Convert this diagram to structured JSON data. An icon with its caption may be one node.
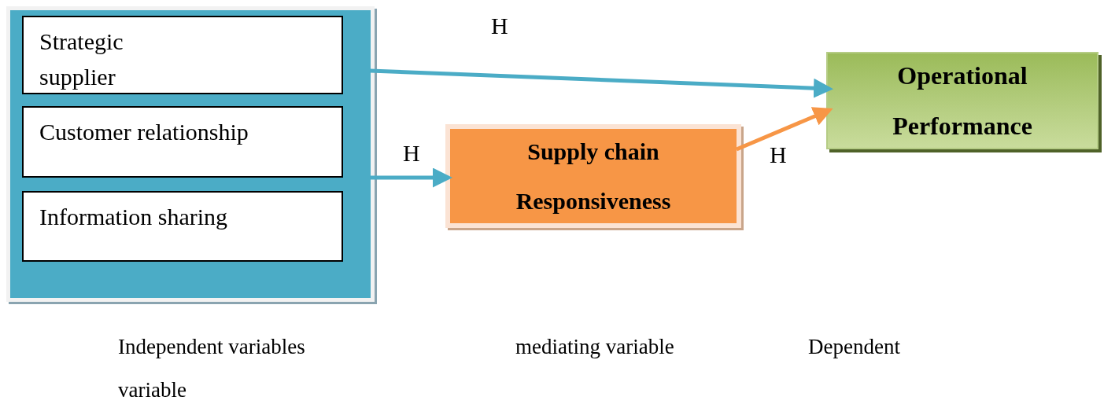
{
  "diagram": {
    "nodes": [
      {
        "text": [],
        "shape": "box"
      },
      {
        "text": [
          "Strategic supplier"
        ],
        "in": 0
      },
      {
        "text": [
          "Customer relationship"
        ],
        "in": 0
      },
      {
        "text": [
          "Information sharing"
        ],
        "in": 0
      },
      {
        "text": [
          "Supply chain Responsiveness"
        ]
      },
      {
        "text": [
          "Operational Performance"
        ]
      }
    ],
    "edges": [
      {
        "from": 0,
        "to": 5,
        "arrow": "to",
        "label": "H"
      },
      {
        "from": 0,
        "to": 4,
        "arrow": "to",
        "label": "H"
      },
      {
        "from": 4,
        "to": 5,
        "arrow": "to",
        "label": "H",
        "color": "#f79646"
      }
    ],
    "labels": [
      "Independent variables",
      "mediating variable",
      "Dependent",
      "variable"
    ]
  }
}
